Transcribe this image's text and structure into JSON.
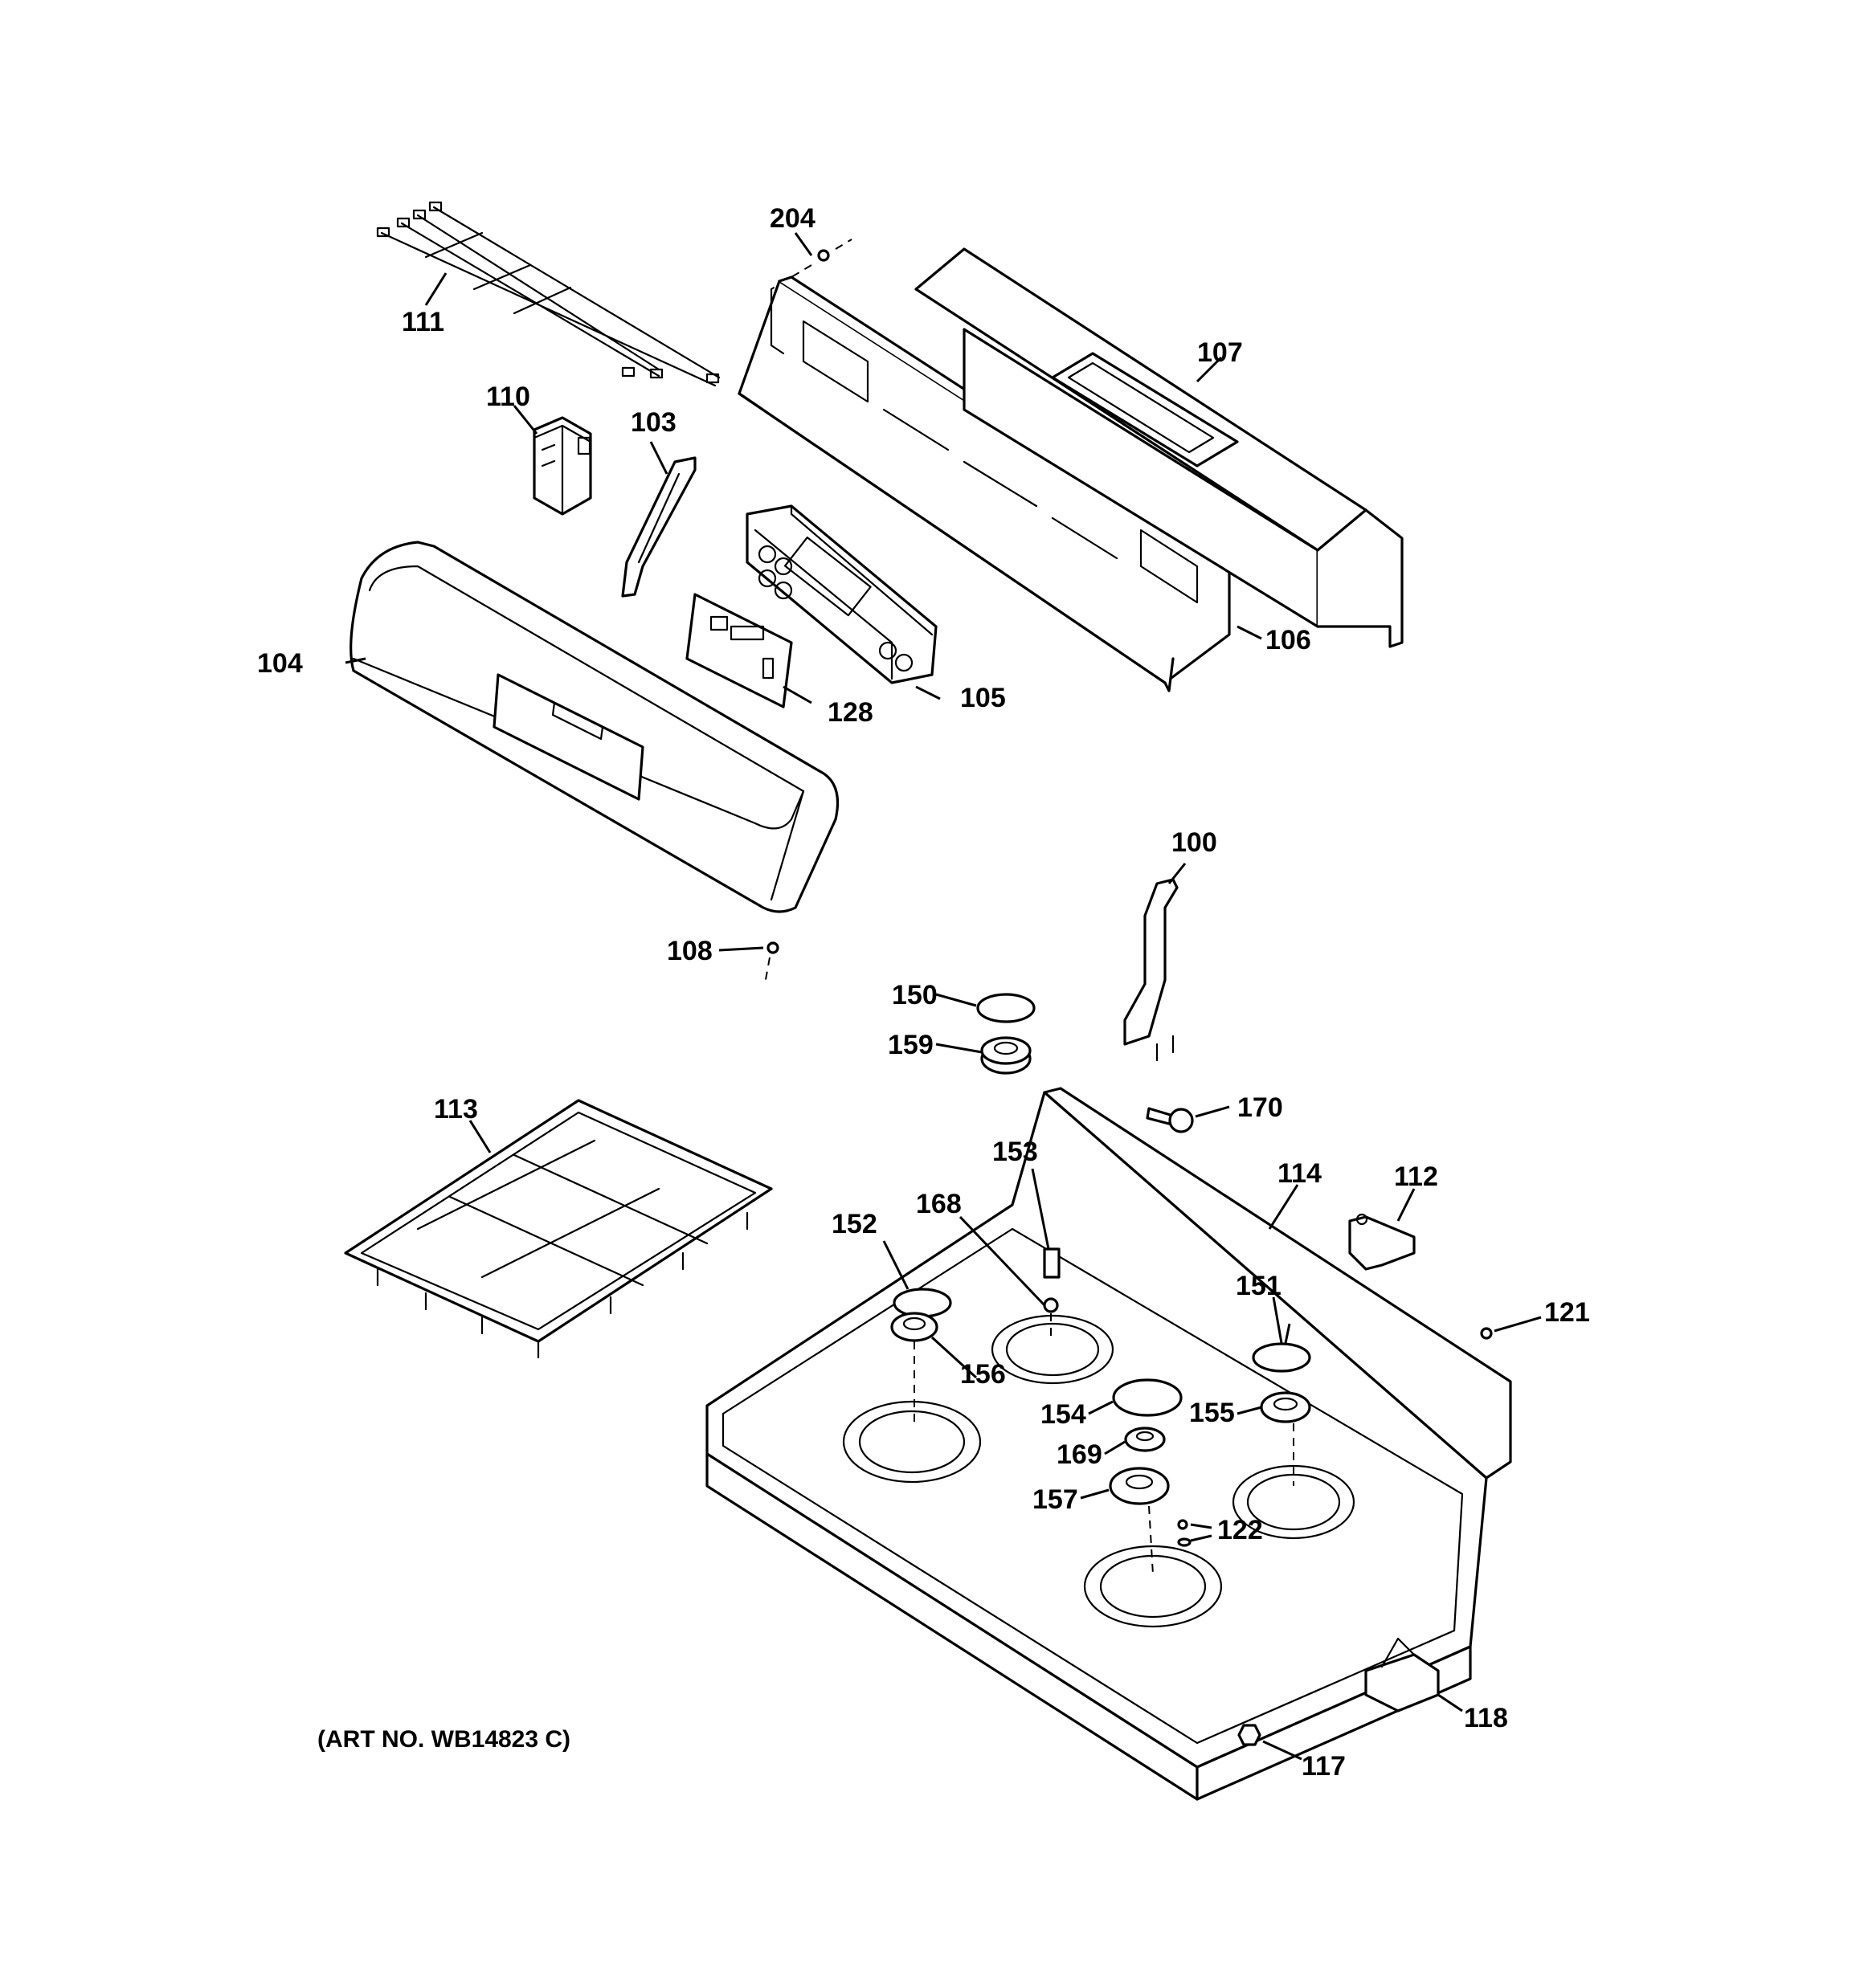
{
  "diagram": {
    "art_number": "(ART NO. WB14823 C)",
    "parts": [
      {
        "id": "p100",
        "label": "100"
      },
      {
        "id": "p103",
        "label": "103"
      },
      {
        "id": "p104",
        "label": "104"
      },
      {
        "id": "p105",
        "label": "105"
      },
      {
        "id": "p106",
        "label": "106"
      },
      {
        "id": "p107",
        "label": "107"
      },
      {
        "id": "p108",
        "label": "108"
      },
      {
        "id": "p110",
        "label": "110"
      },
      {
        "id": "p111",
        "label": "111"
      },
      {
        "id": "p112",
        "label": "112"
      },
      {
        "id": "p113",
        "label": "113"
      },
      {
        "id": "p114",
        "label": "114"
      },
      {
        "id": "p117",
        "label": "117"
      },
      {
        "id": "p118",
        "label": "118"
      },
      {
        "id": "p121",
        "label": "121"
      },
      {
        "id": "p122",
        "label": "122"
      },
      {
        "id": "p128",
        "label": "128"
      },
      {
        "id": "p150",
        "label": "150"
      },
      {
        "id": "p151",
        "label": "151"
      },
      {
        "id": "p152",
        "label": "152"
      },
      {
        "id": "p153",
        "label": "153"
      },
      {
        "id": "p154",
        "label": "154"
      },
      {
        "id": "p155",
        "label": "155"
      },
      {
        "id": "p156",
        "label": "156"
      },
      {
        "id": "p157",
        "label": "157"
      },
      {
        "id": "p159",
        "label": "159"
      },
      {
        "id": "p168",
        "label": "168"
      },
      {
        "id": "p169",
        "label": "169"
      },
      {
        "id": "p170",
        "label": "170"
      },
      {
        "id": "p204",
        "label": "204"
      }
    ]
  }
}
